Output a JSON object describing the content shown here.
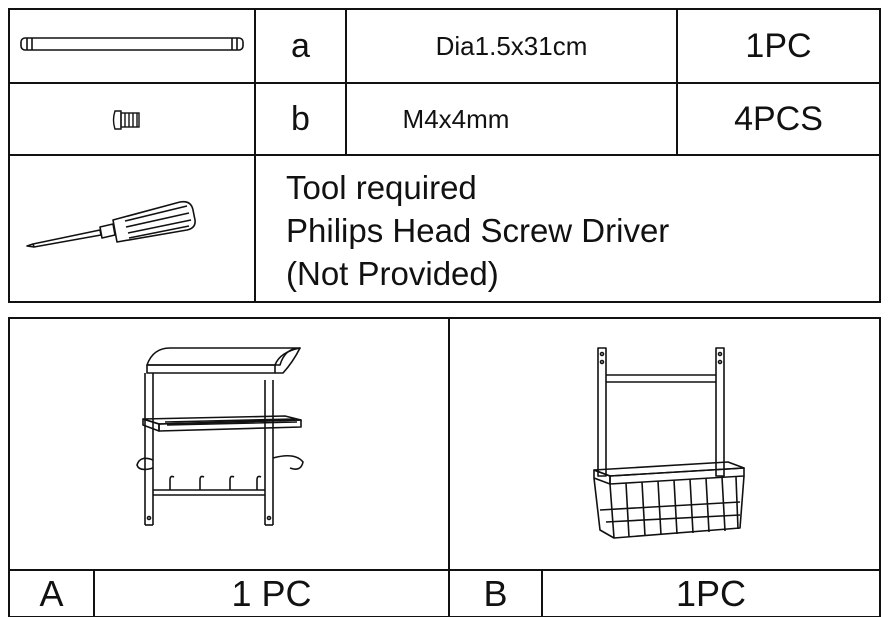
{
  "parts": [
    {
      "letter": "a",
      "size": "Dia1.5x31cm",
      "qty": "1PC",
      "icon": "rod-icon"
    },
    {
      "letter": "b",
      "size": "M4x4mm",
      "qty": "4PCS",
      "icon": "screw-icon"
    }
  ],
  "tool": {
    "icon": "screwdriver-icon",
    "lines": [
      "Tool required",
      "Philips Head Screw Driver",
      "(Not Provided)"
    ]
  },
  "components": [
    {
      "letter": "A",
      "qty": "1 PC",
      "icon": "shelf-rack-icon"
    },
    {
      "letter": "B",
      "qty": "1PC",
      "icon": "basket-rack-icon"
    }
  ]
}
